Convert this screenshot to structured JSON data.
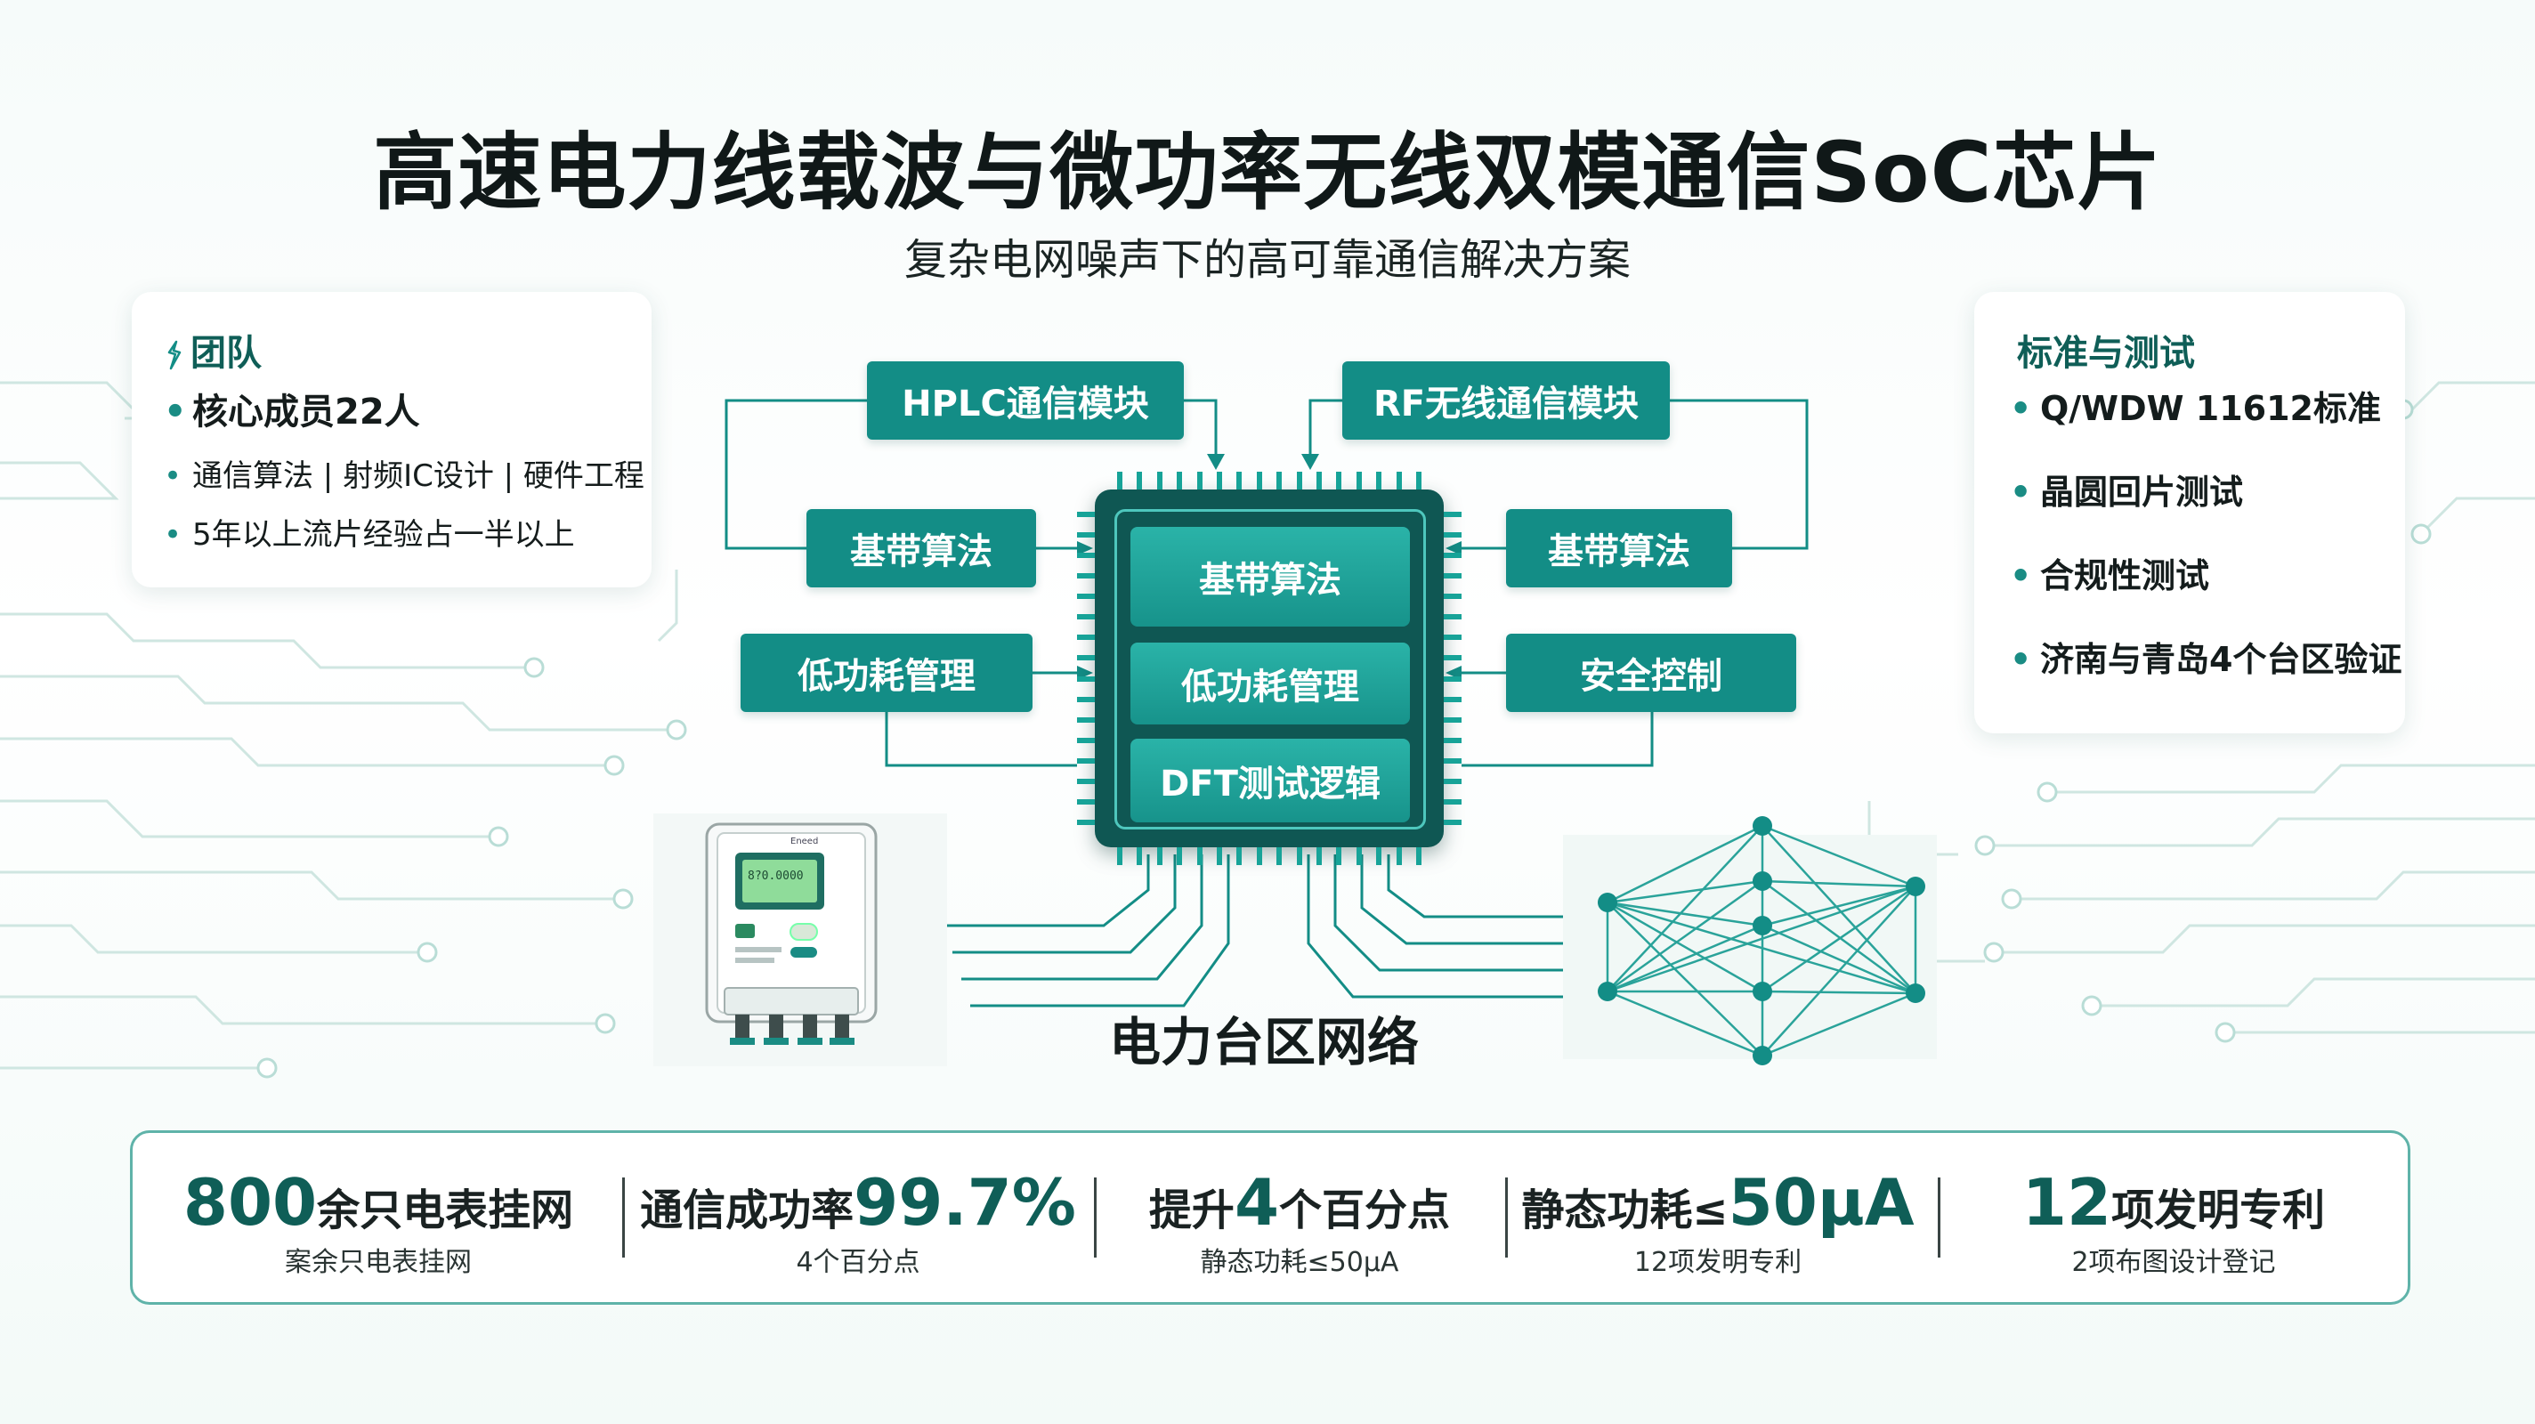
{
  "title": "高速电力线载波与微功率无线双模通信SoC芯片",
  "subtitle": "复杂电网噪声下的高可靠通信解决方案",
  "team": {
    "heading": "团队",
    "items": [
      "核心成员22人",
      "通信算法 | 射频IC设计 | 硬件工程",
      "5年以上流片经验占一半以上"
    ]
  },
  "standards": {
    "heading": "标准与测试",
    "items": [
      "Q/WDW 11612标准",
      "晶圆回片测试",
      "合规性测试",
      "济南与青岛4个台区验证"
    ]
  },
  "modules": {
    "hplc": "HPLC通信模块",
    "rf": "RF无线通信模块",
    "left_baseband": "基带算法",
    "left_lowpower": "低功耗管理",
    "right_baseband": "基带算法",
    "right_security": "安全控制"
  },
  "chip": {
    "blocks": [
      "基带算法",
      "低功耗管理",
      "DFT测试逻辑"
    ]
  },
  "network_label": "电力台区网络",
  "meter": {
    "screen_text": "8?0.0000",
    "brand": "Eneed"
  },
  "stats": [
    {
      "num": "800",
      "text": "余只电表挂网",
      "sub": "案余只电表挂网"
    },
    {
      "pre": "通信成功率",
      "num": "99.7%",
      "sub": "4个百分点"
    },
    {
      "pre": "提升",
      "num": "4",
      "text": "个百分点",
      "sub": "静态功耗≤50μA"
    },
    {
      "pre": "静态功耗≤",
      "num": "50μA",
      "sub": "12项发明专利"
    },
    {
      "num": "12",
      "text": "项发明专利",
      "sub": "2项布图设计登记"
    }
  ],
  "colors": {
    "accent": "#138d86",
    "chip_dark": "#0f5753",
    "heading_green": "#0f5e57",
    "border": "#5fb3a9"
  },
  "icons": {
    "team_icon": "team-icon",
    "network_icon": "mesh-network-icon",
    "meter_icon": "smart-meter-icon"
  }
}
